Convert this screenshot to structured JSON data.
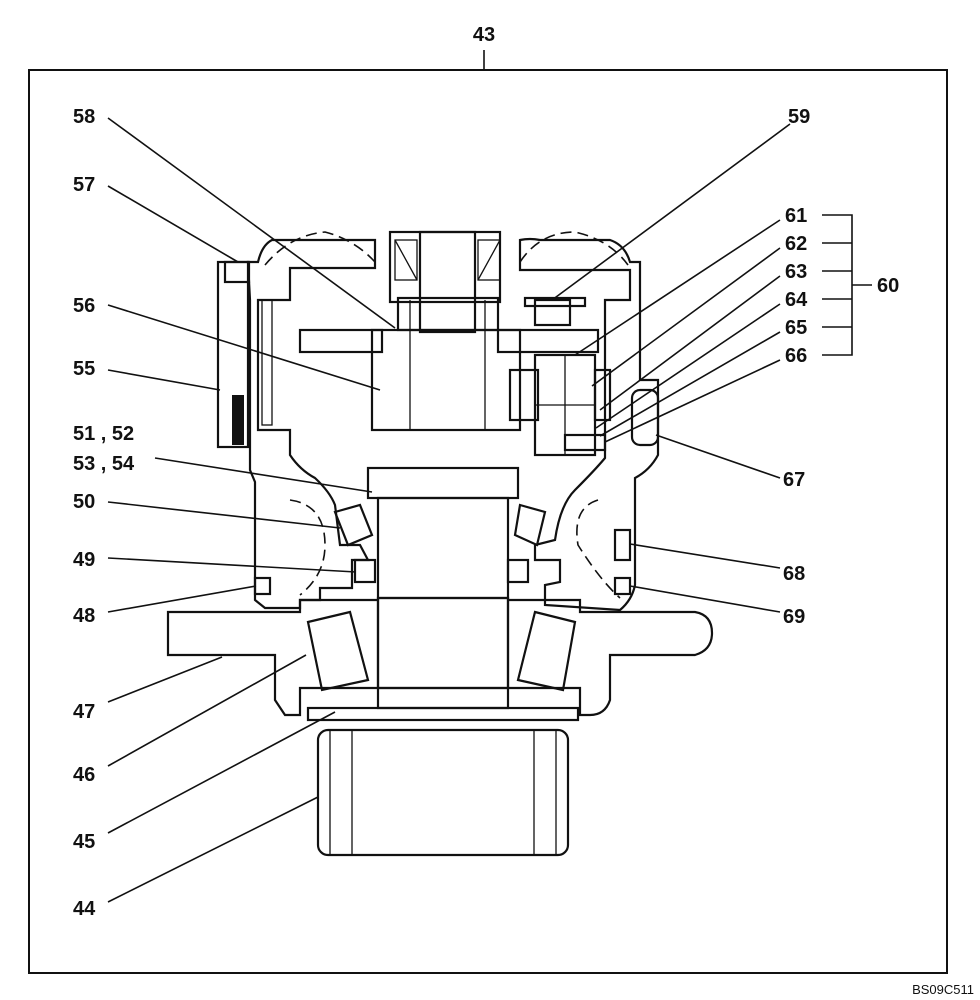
{
  "drawing": {
    "assembly_number": "43",
    "figure_code": "BS09C511",
    "group_label": "60",
    "callouts": [
      {
        "id": "58",
        "text": "58"
      },
      {
        "id": "57",
        "text": "57"
      },
      {
        "id": "56",
        "text": "56"
      },
      {
        "id": "55",
        "text": "55"
      },
      {
        "id": "51-52",
        "text": "51 , 52"
      },
      {
        "id": "53-54",
        "text": "53 , 54"
      },
      {
        "id": "50",
        "text": "50"
      },
      {
        "id": "49",
        "text": "49"
      },
      {
        "id": "48",
        "text": "48"
      },
      {
        "id": "47",
        "text": "47"
      },
      {
        "id": "46",
        "text": "46"
      },
      {
        "id": "45",
        "text": "45"
      },
      {
        "id": "44",
        "text": "44"
      },
      {
        "id": "59",
        "text": "59"
      },
      {
        "id": "61",
        "text": "61"
      },
      {
        "id": "62",
        "text": "62"
      },
      {
        "id": "63",
        "text": "63"
      },
      {
        "id": "64",
        "text": "64"
      },
      {
        "id": "65",
        "text": "65"
      },
      {
        "id": "66",
        "text": "66"
      },
      {
        "id": "67",
        "text": "67"
      },
      {
        "id": "68",
        "text": "68"
      },
      {
        "id": "69",
        "text": "69"
      }
    ]
  }
}
